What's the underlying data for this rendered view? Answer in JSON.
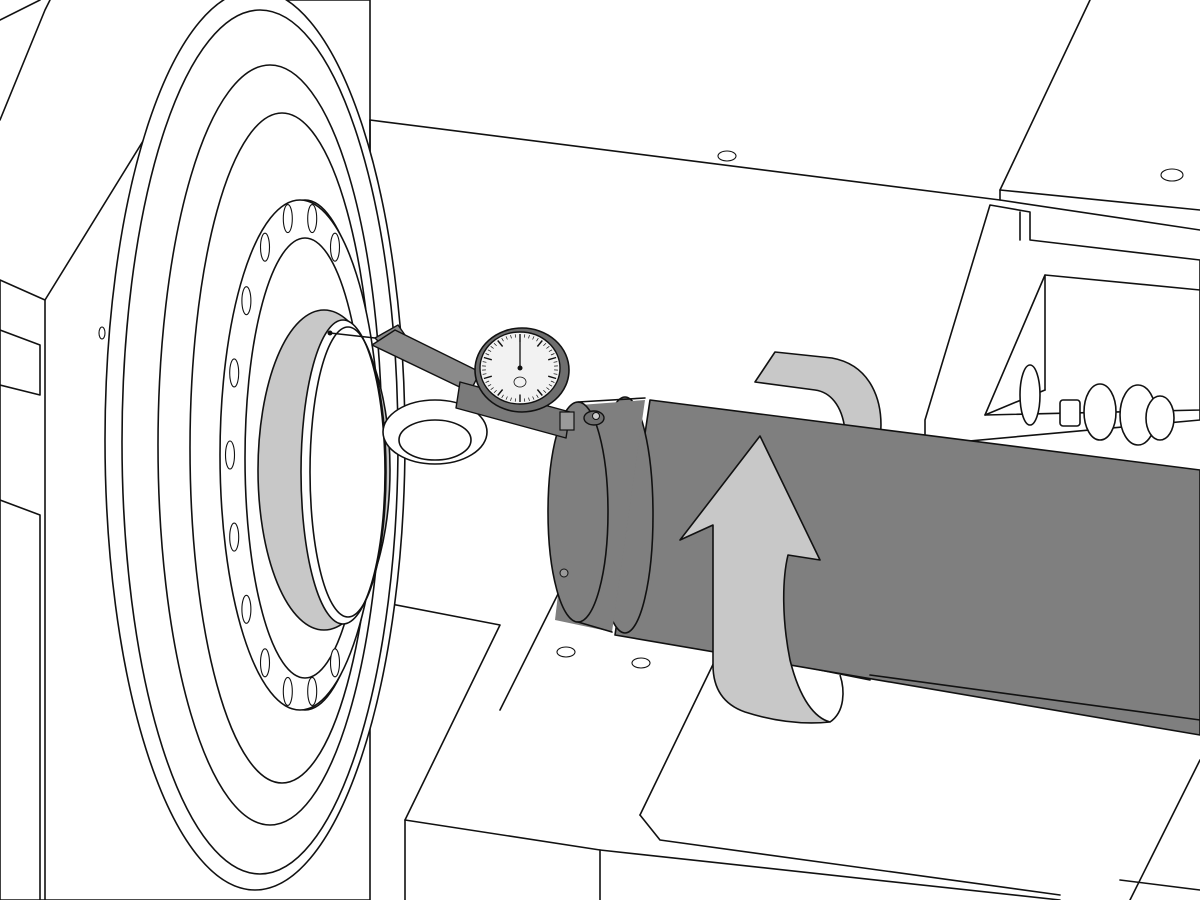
{
  "illustration": {
    "colors": {
      "outline": "#111111",
      "background": "#ffffff",
      "bar_dark": "#7f7f7f",
      "highlight": "#c8c8c8",
      "gauge_body": "#8a8a8a",
      "gauge_face": "#f2f2f2"
    },
    "icons": [
      "dial-indicator-icon",
      "rotation-arrow-icon"
    ],
    "gauge": {
      "minor_tick_count": 50,
      "major_tick_count": 10,
      "needle_position": 0.0
    }
  }
}
